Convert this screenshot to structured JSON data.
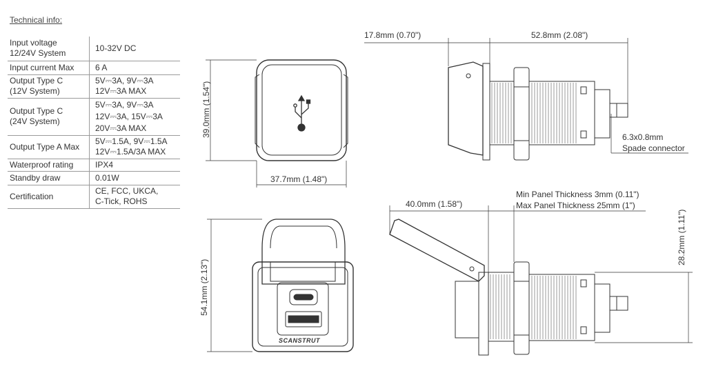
{
  "heading": "Technical info:",
  "specs": [
    {
      "label": "Input voltage\n12/24V System",
      "value": "10-32V DC"
    },
    {
      "label": "Input current Max",
      "value": "6 A"
    },
    {
      "label": "Output Type C\n(12V System)",
      "value": "5V⎓3A, 9V⎓3A\n12V⎓3A MAX"
    },
    {
      "label": "Output Type C\n(24V System)",
      "value": "5V⎓3A, 9V⎓3A\n12V⎓3A, 15V⎓3A\n20V⎓3A MAX"
    },
    {
      "label": "Output Type A Max",
      "value": "5V⎓1.5A, 9V⎓1.5A\n12V⎓1.5A/3A MAX"
    },
    {
      "label": "Waterproof rating",
      "value": "IPX4"
    },
    {
      "label": "Standby draw",
      "value": "0.01W"
    },
    {
      "label": "Certification",
      "value": "CE, FCC, UKCA,\nC-Tick, ROHS"
    }
  ],
  "dims": {
    "front_height": "39.0mm (1.54\")",
    "front_width": "37.7mm (1.48\")",
    "open_height": "54.1mm (2.13\")",
    "side_lid": "17.8mm (0.70\")",
    "side_body": "52.8mm (2.08\")",
    "spade_size": "6.3x0.8mm",
    "spade_label": "Spade connector",
    "open_lid": "40.0mm (1.58\")",
    "panel_min": "Min Panel Thickness 3mm (0.11\")",
    "panel_max": "Max Panel Thickness 25mm (1\")",
    "side_height": "28.2mm (1.11\")"
  },
  "brand": "SCANSTRUT",
  "colors": {
    "line": "#333333",
    "dim": "#555555"
  }
}
